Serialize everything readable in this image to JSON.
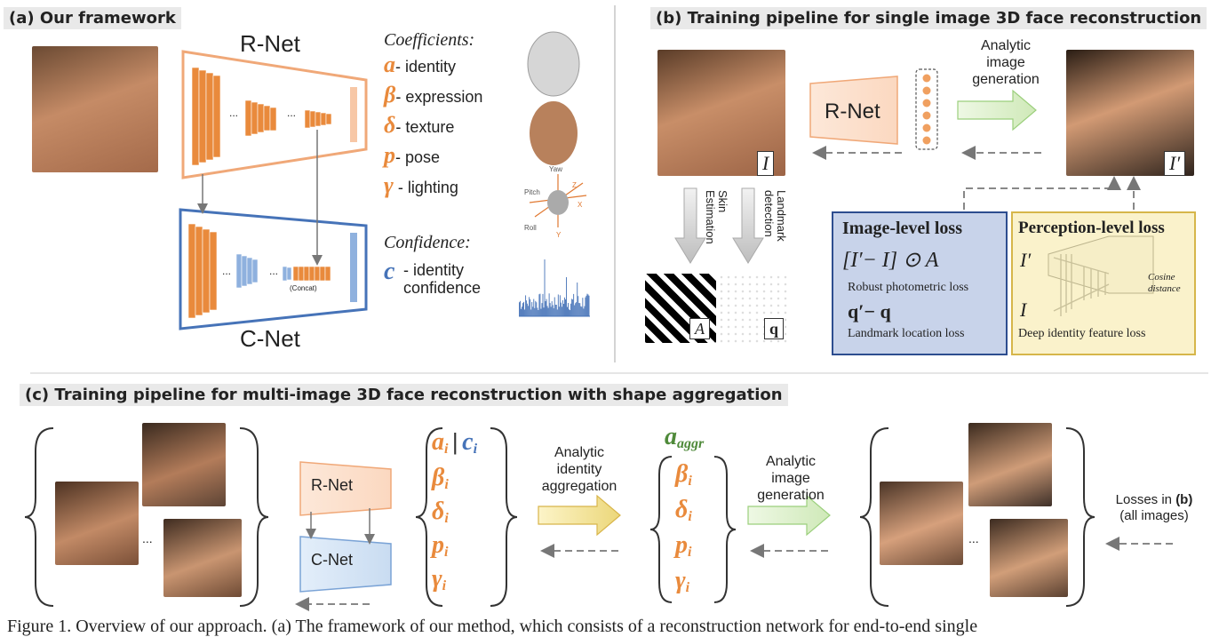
{
  "section_a": {
    "title": "(a) Our framework",
    "rnet_label": "R-Net",
    "cnet_label": "C-Net",
    "concat_label": "(Concat)",
    "ellipsis": "...",
    "coefficients_heading": "Coefficients:",
    "coefficients": [
      {
        "symbol": "a",
        "label": "- identity"
      },
      {
        "symbol": "β",
        "label": "- expression"
      },
      {
        "symbol": "δ",
        "label": "- texture"
      },
      {
        "symbol": "p",
        "label": "- pose"
      },
      {
        "symbol": "γ",
        "label": " - lighting"
      }
    ],
    "confidence_heading": "Confidence:",
    "confidence_symbol": "c",
    "confidence_label_line1": "- identity",
    "confidence_label_line2": "confidence",
    "pose_axes": [
      "Yaw",
      "Pitch",
      "Roll",
      "Z",
      "X",
      "Y"
    ]
  },
  "section_b": {
    "title": "(b) Training pipeline for single image 3D face reconstruction",
    "rnet_label": "R-Net",
    "analytic_line1": "Analytic",
    "analytic_line2": "image",
    "analytic_line3": "generation",
    "input_letter": "I",
    "output_letter": "I′",
    "skin_label_line1": "Skin",
    "skin_label_line2": "Estimation",
    "landmark_label_line1": "Landmark",
    "landmark_label_line2": "detection",
    "mask_letter": "A",
    "landmark_letter": "q",
    "image_loss_title": "Image-level loss",
    "image_loss_formula": "[I′− I] ⊙ A",
    "image_loss_caption": "Robust photometric loss",
    "landmark_formula": "q′− q",
    "landmark_caption": "Landmark location loss",
    "perception_title": "Perception-level loss",
    "perception_in_top": "I′",
    "perception_in_bottom": "I",
    "cosine_line1": "Cosine",
    "cosine_line2": "distance",
    "perception_caption": "Deep identity feature loss"
  },
  "section_c": {
    "title": "(c) Training pipeline for multi-image 3D face reconstruction with shape aggregation",
    "rnet_label": "R-Net",
    "cnet_label": "C-Net",
    "ellipsis": "...",
    "coef_a": "a",
    "coef_c": "c",
    "coef_list": [
      "β",
      "δ",
      "p",
      "γ"
    ],
    "sub_i": "i",
    "aggr_symbol": "a",
    "aggr_sub": "aggr",
    "identity_line1": "Analytic",
    "identity_line2": "identity",
    "identity_line3": "aggregation",
    "image_line1": "Analytic",
    "image_line2": "image",
    "image_line3": "generation",
    "losses_line1": "Losses in",
    "losses_bold": "(b)",
    "losses_line2": "(all images)"
  },
  "caption": "Figure 1. Overview of our approach. (a) The framework of our method, which consists of a reconstruction network for end-to-end single",
  "colors": {
    "orange": "#e98a3c",
    "blue": "#4673b8",
    "green": "#4f8a3a",
    "image_loss_bg": "#c8d3ea",
    "perception_bg": "#f7e9a8"
  }
}
